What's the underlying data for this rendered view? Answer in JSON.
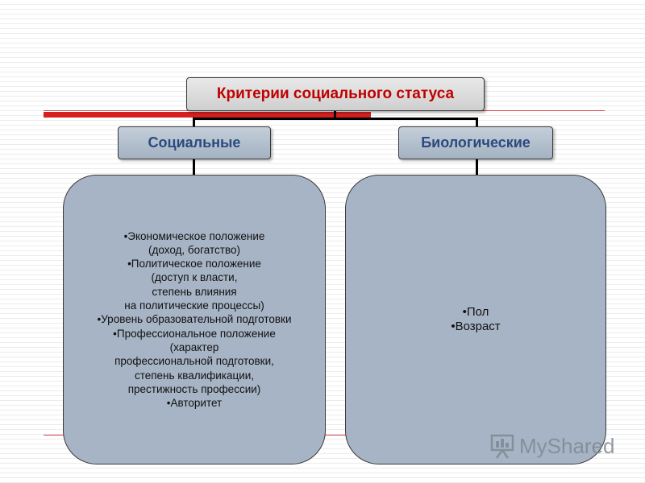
{
  "diagram": {
    "title": "Критерии социального статуса",
    "categories": [
      {
        "id": "social",
        "label": "Социальные",
        "items": [
          "•Экономическое положение",
          "(доход, богатство)",
          "•Политическое положение",
          "(доступ к власти,",
          "степень влияния",
          "на политические процессы)",
          "•Уровень образовательной подготовки",
          "•Профессиональное положение",
          "(характер",
          "профессиональной подготовки,",
          "степень квалификации,",
          "престижность профессии)",
          "•Авторитет"
        ]
      },
      {
        "id": "bio",
        "label": "Биологические",
        "items": [
          "•Пол",
          "•Возраст"
        ]
      }
    ]
  },
  "watermark": {
    "text": "MyShared",
    "icon": "presentation-board-icon"
  },
  "colors": {
    "title_text": "#c00000",
    "category_text": "#2b4a7e",
    "panel_fill": "#a6b4c5",
    "accent_red": "#d42020"
  }
}
